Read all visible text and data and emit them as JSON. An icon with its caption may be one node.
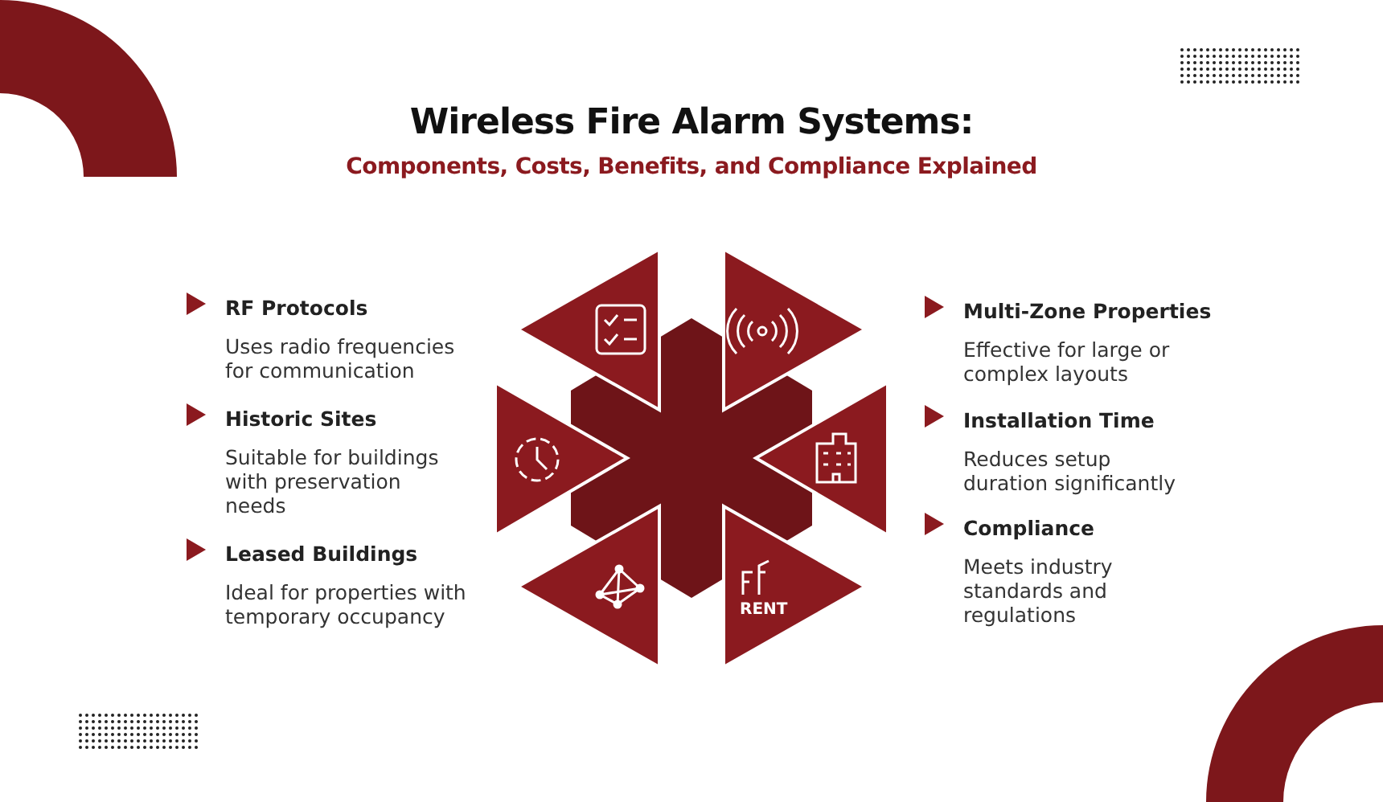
{
  "diagram": {
    "title": "Wireless Fire Alarm Systems:",
    "nodes": [
      {
        "text": [
          "RF Protocols",
          "Uses radio frequencies for communication"
        ]
      },
      {
        "text": [
          "Historic Sites",
          "Suitable for buildings with preservation needs"
        ]
      },
      {
        "text": [
          "Leased Buildings",
          "Ideal for properties with temporary occupancy"
        ]
      },
      {
        "text": [
          "Multi-Zone Properties",
          "Effective for large or complex layouts"
        ]
      },
      {
        "text": [
          "Installation Time",
          "Reduces setup duration significantly"
        ]
      },
      {
        "text": [
          "Compliance",
          "Meets industry standards and regulations"
        ]
      }
    ],
    "labels": [
      "Components, Costs, Benefits, and Compliance Explained",
      "RENT"
    ]
  }
}
